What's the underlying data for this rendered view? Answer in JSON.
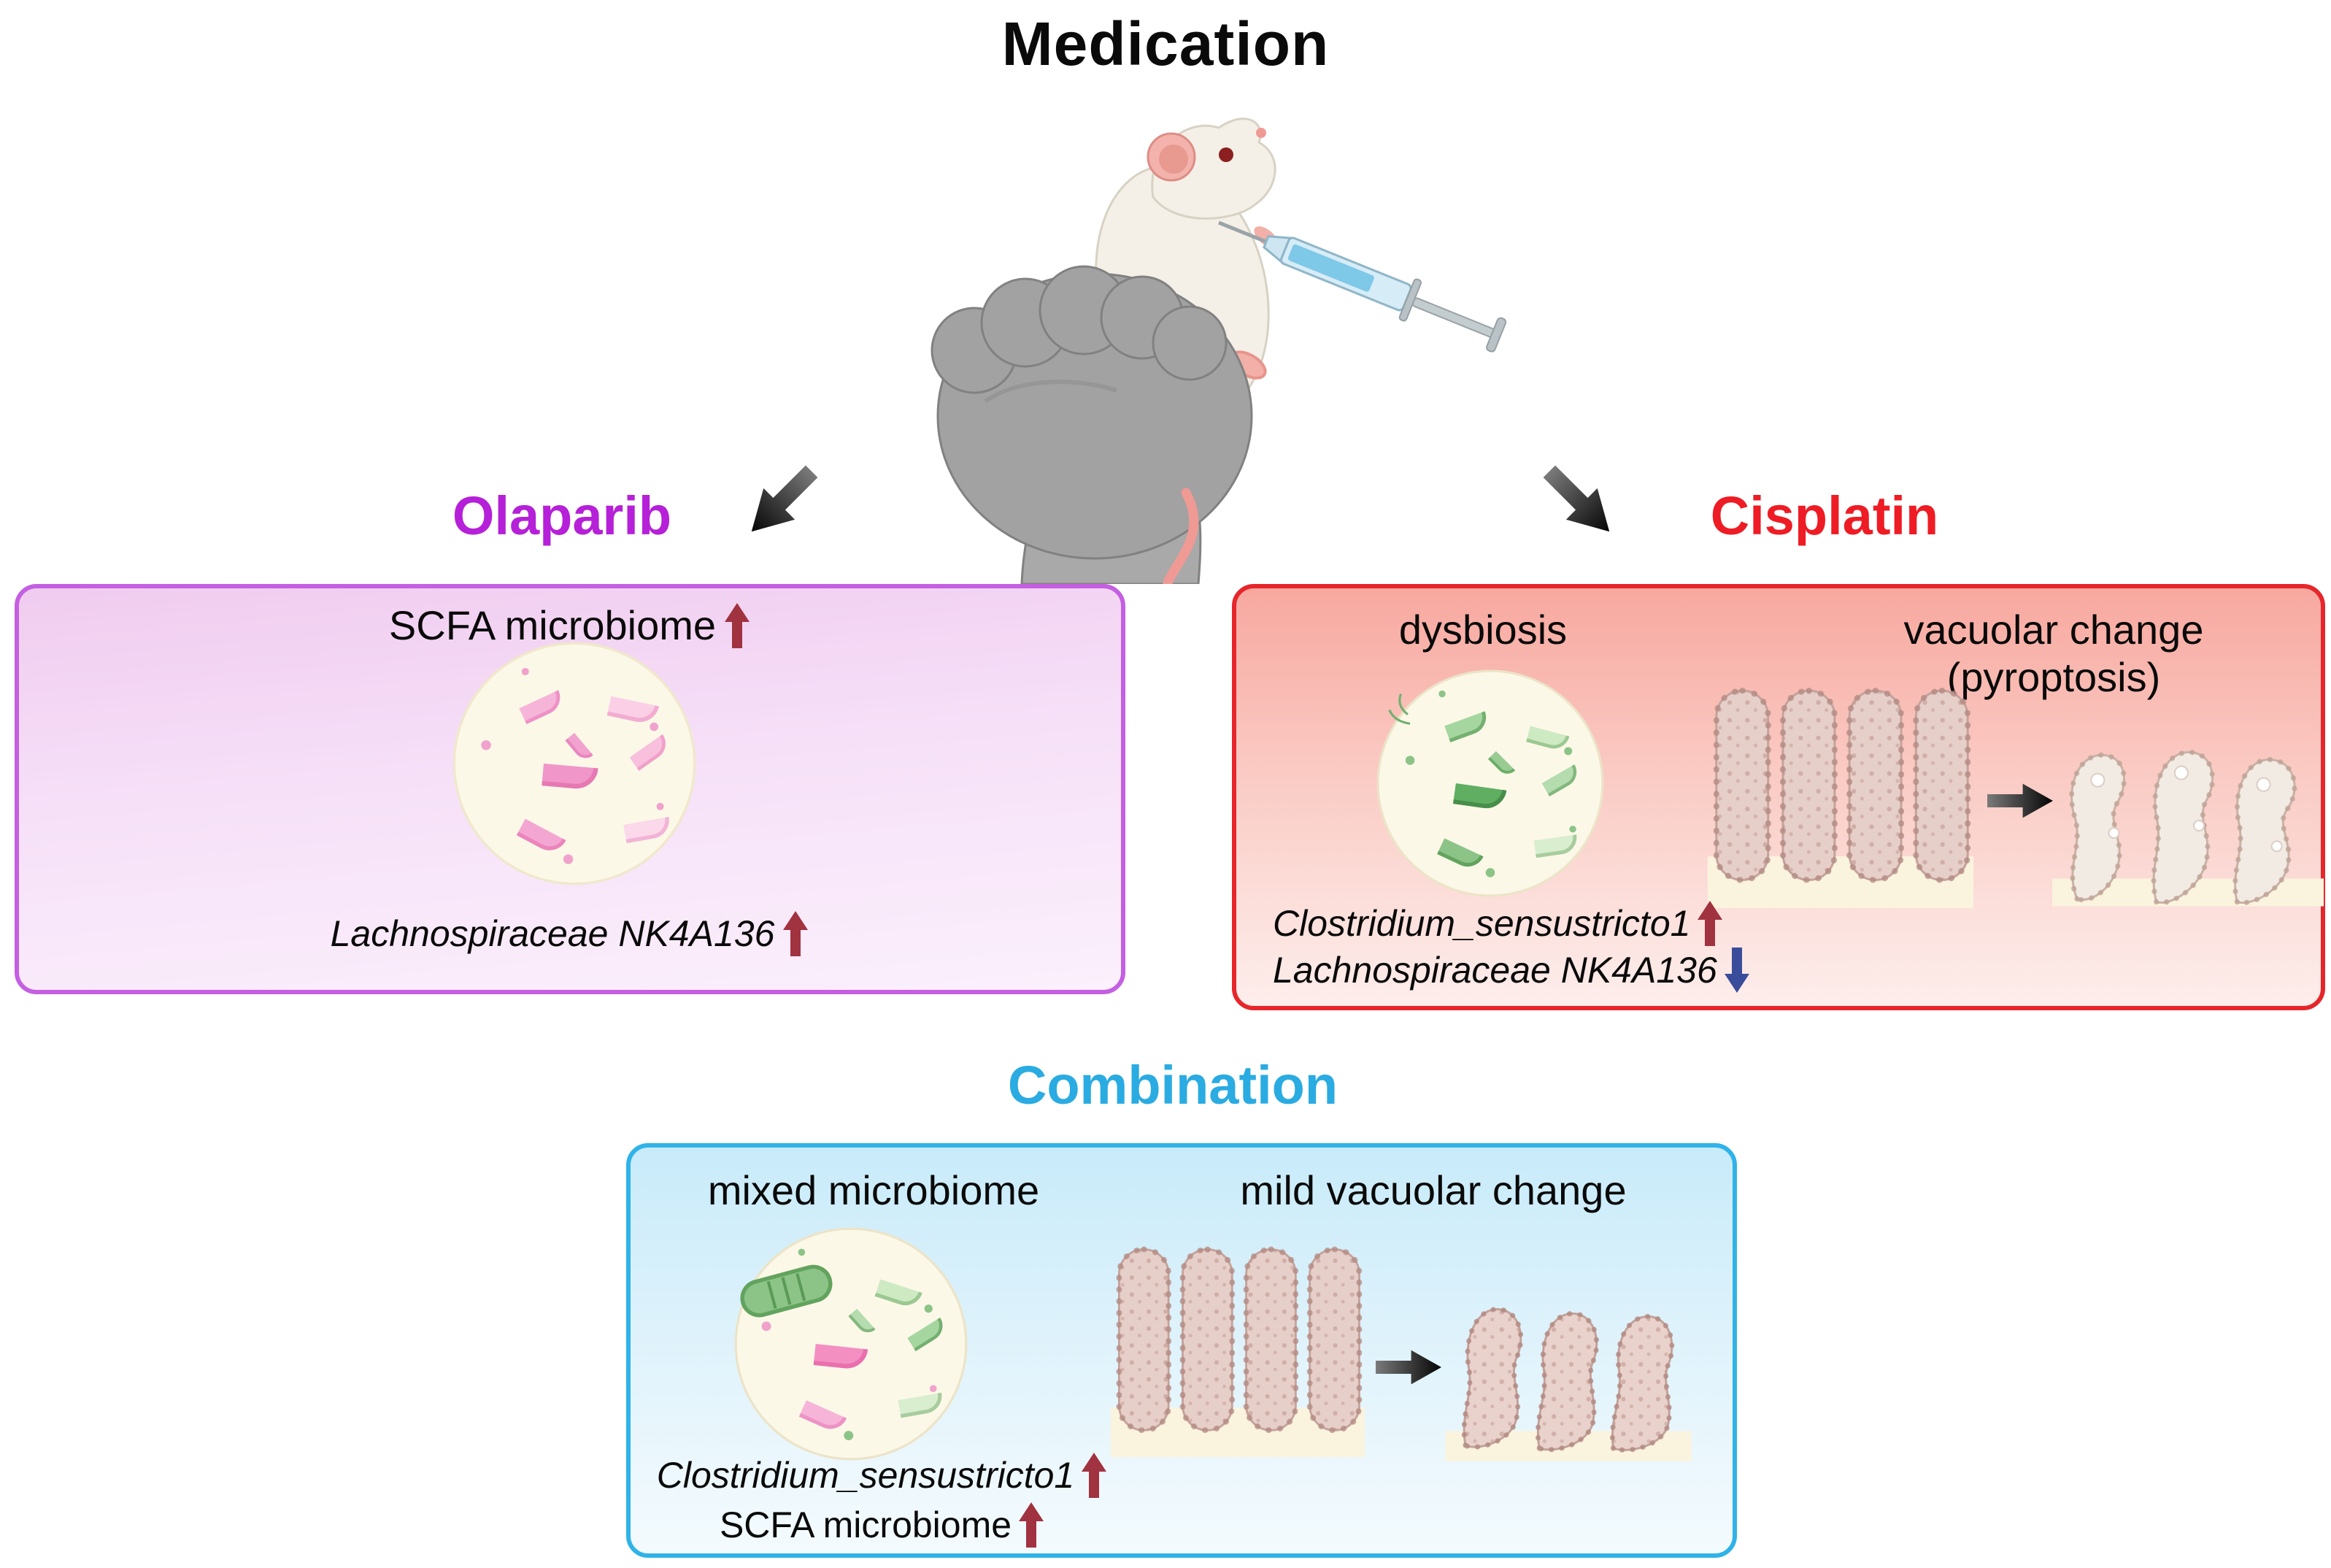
{
  "title": "Medication",
  "sections": {
    "olaparib": {
      "label": "Olaparib",
      "heading": "SCFA microbiome",
      "heading_change": "increase",
      "caption": "Lachnospiraceae NK4A136",
      "caption_change": "increase"
    },
    "cisplatin": {
      "label": "Cisplatin",
      "microbiome_heading": "dysbiosis",
      "villi_heading": "vacuolar change (pyroptosis)",
      "taxa": [
        {
          "name": "Clostridium_sensustricto1",
          "change": "increase"
        },
        {
          "name": "Lachnospiraceae NK4A136",
          "change": "decrease"
        }
      ]
    },
    "combination": {
      "label": "Combination",
      "microbiome_heading": "mixed microbiome",
      "villi_heading": "mild vacuolar change",
      "taxa": [
        {
          "name": "Clostridium_sensustricto1",
          "change": "increase"
        },
        {
          "name": "SCFA microbiome",
          "change": "increase"
        }
      ]
    }
  },
  "colors": {
    "olaparib_accent": "#b520d8",
    "cisplatin_accent": "#ee1c24",
    "combination_accent": "#2aabe2",
    "increase_arrow": "#a13240",
    "decrease_arrow": "#3a4d9b",
    "black_arrow": "#0a0a0a"
  }
}
